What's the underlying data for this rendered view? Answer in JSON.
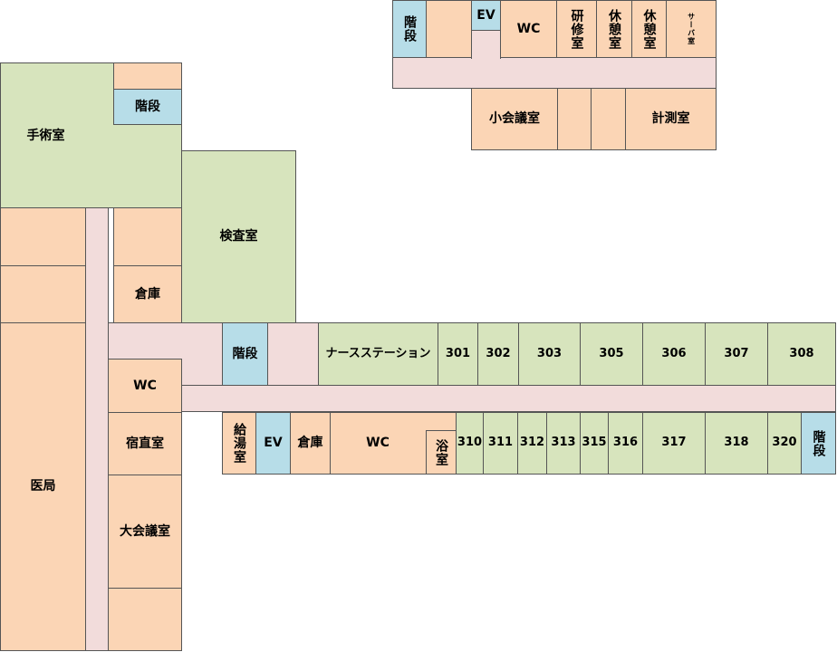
{
  "colors": {
    "orange": "#fbd5b5",
    "green": "#d7e4bd",
    "blue": "#b7dde8",
    "pink": "#f2dcdb"
  },
  "rooms": {
    "top_stairs": "階段",
    "top_ev": "EV",
    "top_wc": "WC",
    "training": "研修室",
    "rest1": "休憩室",
    "rest2": "休憩室",
    "server": "サーバ室",
    "small_meeting": "小会議室",
    "measurement": "計測室",
    "surgery": "手術室",
    "stairs_left": "階段",
    "exam": "検査室",
    "storage_left": "倉庫",
    "stairs_mid": "階段",
    "nurse_station": "ナースステーション",
    "r301": "301",
    "r302": "302",
    "r303": "303",
    "r305": "305",
    "r306": "306",
    "r307": "307",
    "r308": "308",
    "wc_left": "WC",
    "night_duty": "宿直室",
    "medical_office": "医局",
    "large_meeting": "大会議室",
    "kitchen": "給湯室",
    "ev_mid": "EV",
    "storage_mid": "倉庫",
    "wc_mid": "WC",
    "bath": "浴室",
    "r310": "310",
    "r311": "311",
    "r312": "312",
    "r313": "313",
    "r315": "315",
    "r316": "316",
    "r317": "317",
    "r318": "318",
    "r320": "320",
    "stairs_right": "階段"
  }
}
